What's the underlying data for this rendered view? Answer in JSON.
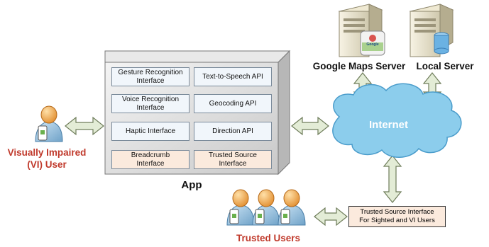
{
  "app": {
    "title": "App",
    "modules": [
      {
        "label": "Gesture Recognition\nInterface"
      },
      {
        "label": "Text-to-Speech API"
      },
      {
        "label": "Voice Recognition\nInterface"
      },
      {
        "label": "Geocoding API"
      },
      {
        "label": "Haptic Interface"
      },
      {
        "label": "Direction API"
      },
      {
        "label": "Breadcrumb\nInterface"
      },
      {
        "label": "Trusted Source\nInterface"
      }
    ]
  },
  "vi_user": {
    "label": "Visually Impaired\n(VI) User"
  },
  "cloud": {
    "label": "Internet"
  },
  "servers": {
    "google": {
      "label": "Google Maps Server",
      "badge": "Google"
    },
    "local": {
      "label": "Local Server"
    }
  },
  "trusted_interface": {
    "label": "Trusted Source Interface\nFor Sighted and VI Users"
  },
  "trusted_users": {
    "label": "Trusted Users"
  },
  "colors": {
    "accent_red": "#c0392b",
    "arrow_fill": "#e3ecd6",
    "arrow_stroke": "#6f7d5b",
    "cloud_fill": "#8ccdec",
    "cloud_stroke": "#4a9ccb",
    "module_blue": "#f1f6fb",
    "module_peach": "#fbeadd"
  }
}
